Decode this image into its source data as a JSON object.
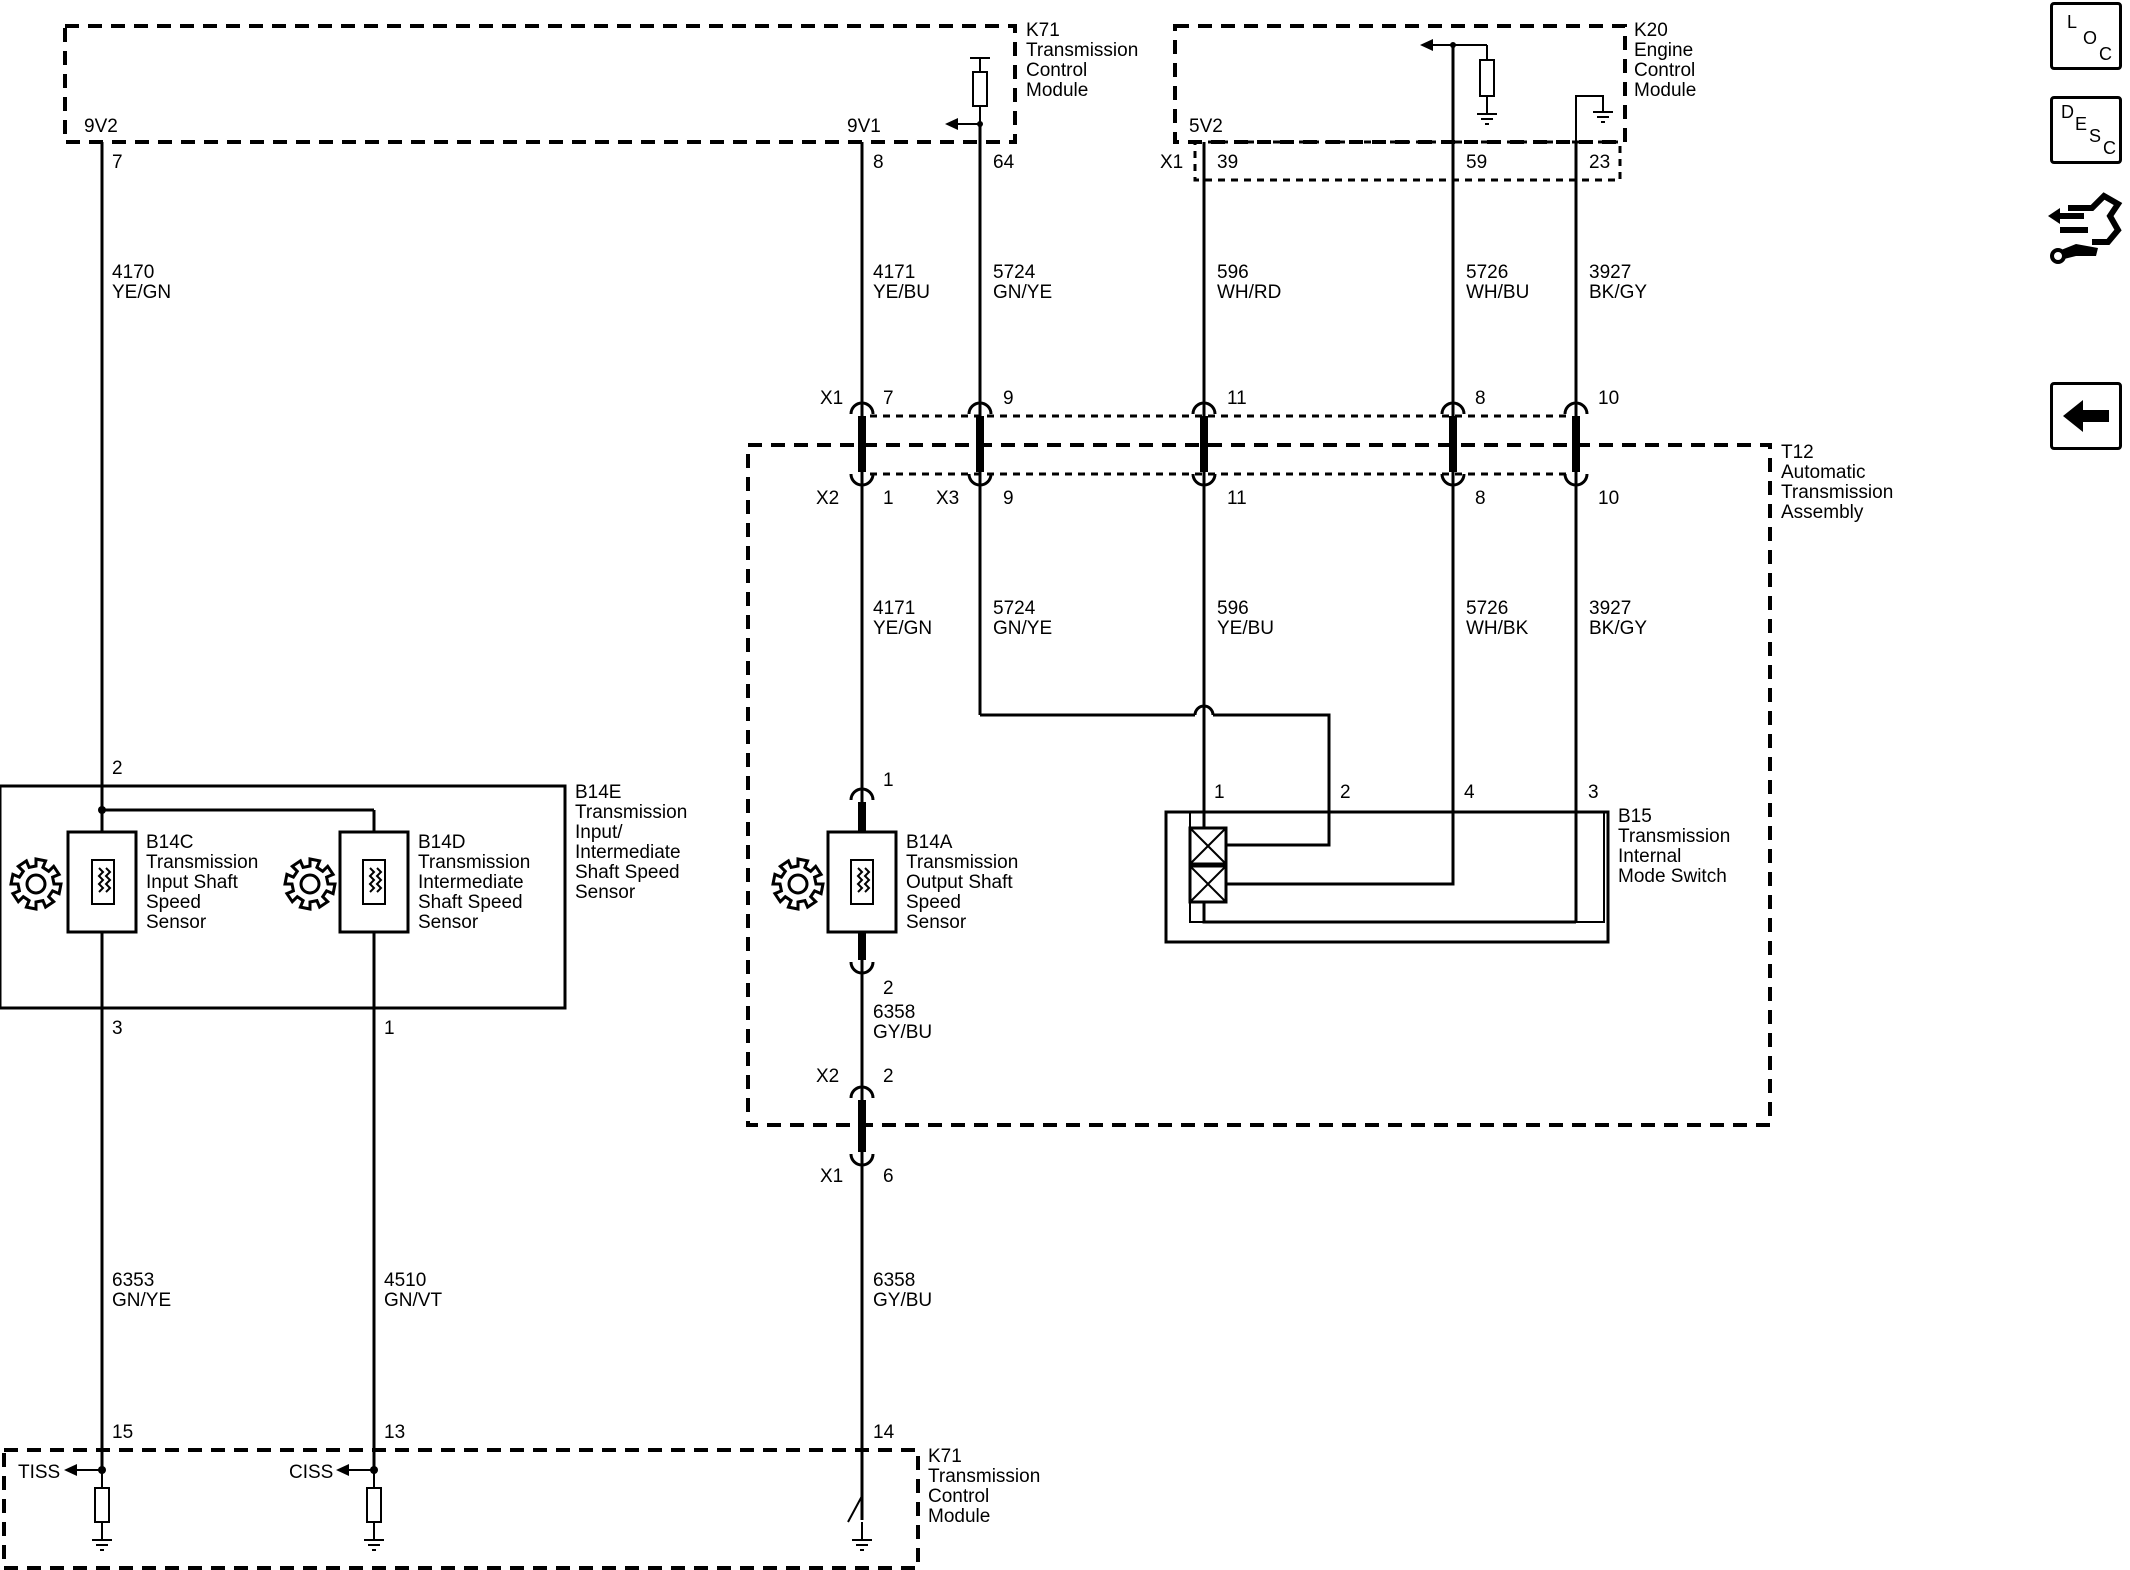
{
  "modules": {
    "k71_top": {
      "ref": "K71",
      "l1": "Transmission",
      "l2": "Control",
      "l3": "Module",
      "pin_a": "9V2",
      "pin_b": "9V1"
    },
    "k20": {
      "ref": "K20",
      "l1": "Engine",
      "l2": "Control",
      "l3": "Module",
      "pin_a": "5V2",
      "conn": "X1"
    },
    "t12": {
      "ref": "T12",
      "l1": "Automatic",
      "l2": "Transmission",
      "l3": "Assembly"
    },
    "b14e": {
      "ref": "B14E",
      "l1": "Transmission",
      "l2": "Input/",
      "l3": "Intermediate",
      "l4": "Shaft Speed",
      "l5": "Sensor"
    },
    "b14c": {
      "ref": "B14C",
      "l1": "Transmission",
      "l2": "Input Shaft",
      "l3": "Speed",
      "l4": "Sensor"
    },
    "b14d": {
      "ref": "B14D",
      "l1": "Transmission",
      "l2": "Intermediate",
      "l3": "Shaft Speed",
      "l4": "Sensor"
    },
    "b14a": {
      "ref": "B14A",
      "l1": "Transmission",
      "l2": "Output Shaft",
      "l3": "Speed",
      "l4": "Sensor"
    },
    "b15": {
      "ref": "B15",
      "l1": "Transmission",
      "l2": "Internal",
      "l3": "Mode Switch"
    },
    "k71_bottom": {
      "ref": "K71",
      "l1": "Transmission",
      "l2": "Control",
      "l3": "Module",
      "sig_a": "TISS",
      "sig_b": "CISS"
    }
  },
  "pins": {
    "k71_7": "7",
    "k71_8": "8",
    "k71_64": "64",
    "k20_39": "39",
    "k20_59": "59",
    "k20_23": "23",
    "x1_label": "X1",
    "x1_7": "7",
    "x1_9": "9",
    "x1_11": "11",
    "x1_8": "8",
    "x1_10": "10",
    "x2_label": "X2",
    "x2_1": "1",
    "x3_label": "X3",
    "x3_9": "9",
    "x3_11": "11",
    "x3_8": "8",
    "x3_10": "10",
    "b14e_2": "2",
    "b14e_3": "3",
    "b14e_1": "1",
    "b14a_1": "1",
    "b14a_2": "2",
    "b15_1": "1",
    "b15_2": "2",
    "b15_4": "4",
    "b15_3": "3",
    "x2b_label": "X2",
    "x2b_2": "2",
    "x1b_label": "X1",
    "x1b_6": "6",
    "k71b_15": "15",
    "k71b_13": "13",
    "k71b_14": "14"
  },
  "wires": {
    "w4170": {
      "num": "4170",
      "color": "YE/GN"
    },
    "w4171a": {
      "num": "4171",
      "color": "YE/BU"
    },
    "w5724a": {
      "num": "5724",
      "color": "GN/YE"
    },
    "w596a": {
      "num": "596",
      "color": "WH/RD"
    },
    "w5726a": {
      "num": "5726",
      "color": "WH/BU"
    },
    "w3927a": {
      "num": "3927",
      "color": "BK/GY"
    },
    "w4171b": {
      "num": "4171",
      "color": "YE/GN"
    },
    "w5724b": {
      "num": "5724",
      "color": "GN/YE"
    },
    "w596b": {
      "num": "596",
      "color": "YE/BU"
    },
    "w5726b": {
      "num": "5726",
      "color": "WH/BK"
    },
    "w3927b": {
      "num": "3927",
      "color": "BK/GY"
    },
    "w6358a": {
      "num": "6358",
      "color": "GY/BU"
    },
    "w6353": {
      "num": "6353",
      "color": "GN/YE"
    },
    "w4510": {
      "num": "4510",
      "color": "GN/VT"
    },
    "w6358b": {
      "num": "6358",
      "color": "GY/BU"
    }
  },
  "side_buttons": {
    "loc": {
      "a": "L",
      "b": "O",
      "c": "C"
    },
    "desc": {
      "a": "D",
      "b": "E",
      "c": "S",
      "d": "C"
    }
  },
  "icons": [
    "settings-gear-icon",
    "resistor-icon",
    "hall-sensor-icon",
    "ground-icon",
    "switch-icon",
    "wrench-connector-icon",
    "back-arrow-icon"
  ]
}
